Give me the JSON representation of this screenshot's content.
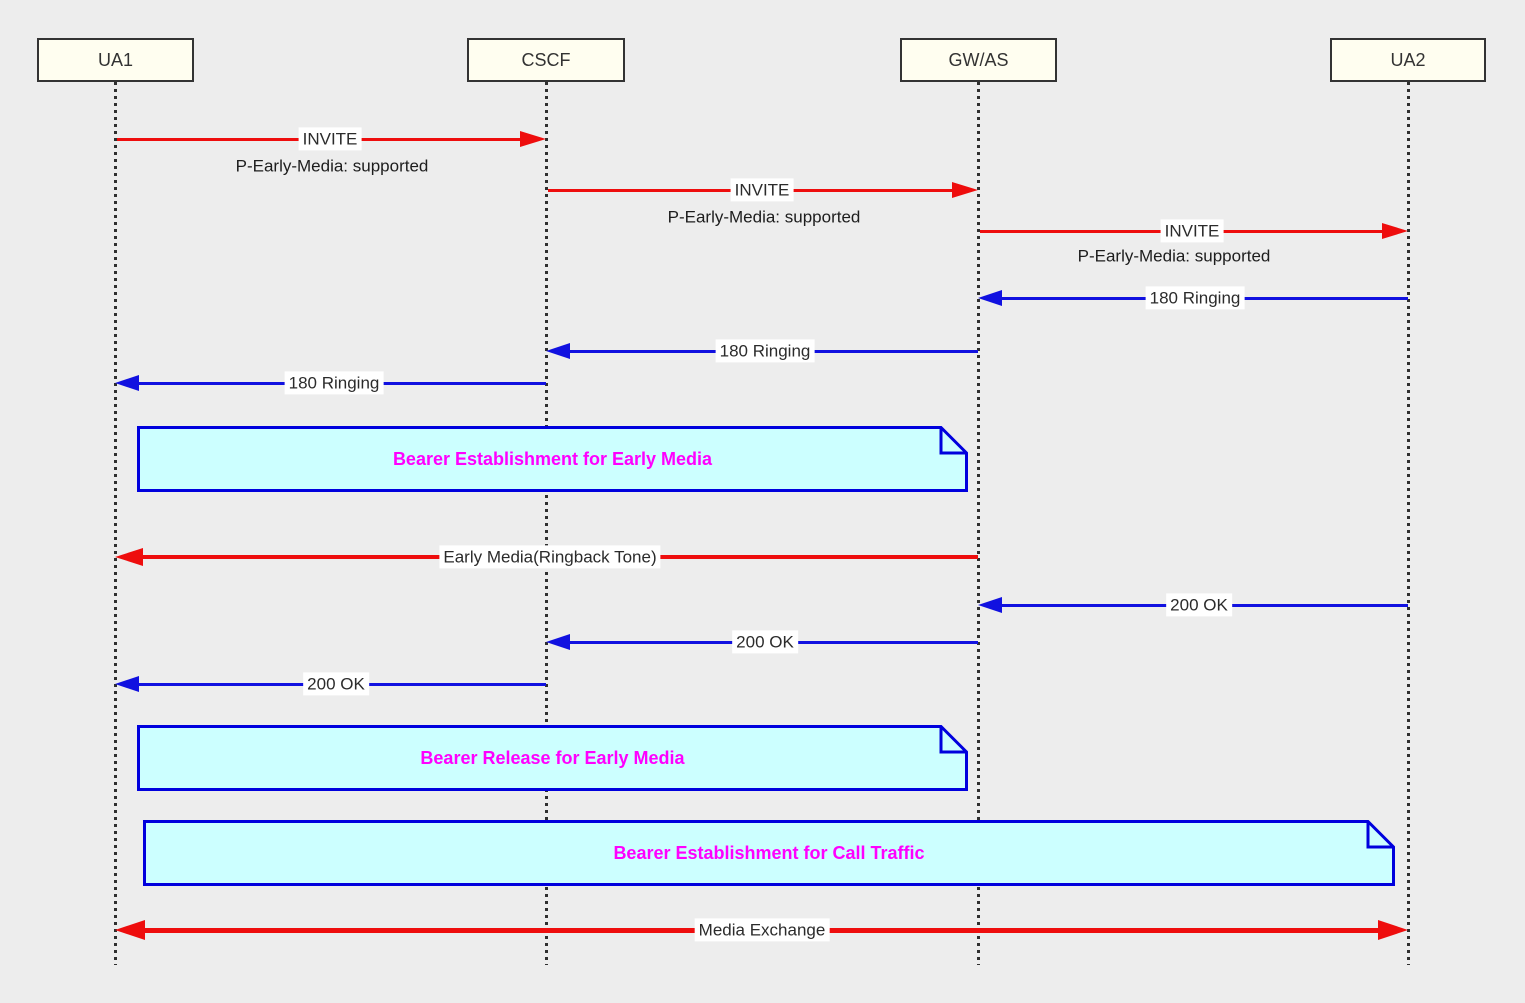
{
  "diagram": {
    "kind": "sip-call-flow-sequence-diagram",
    "actors": [
      {
        "label": "UA1"
      },
      {
        "label": "CSCF"
      },
      {
        "label": "GW/AS"
      },
      {
        "label": "UA2"
      }
    ],
    "messages": [
      {
        "from": "UA1",
        "to": "CSCF",
        "direction": "right",
        "color": "#ee0d0d",
        "label": "INVITE",
        "sublabel": "P-Early-Media: supported"
      },
      {
        "from": "CSCF",
        "to": "GW/AS",
        "direction": "right",
        "color": "#ee0d0d",
        "label": "INVITE",
        "sublabel": "P-Early-Media: supported"
      },
      {
        "from": "GW/AS",
        "to": "UA2",
        "direction": "right",
        "color": "#ee0d0d",
        "label": "INVITE",
        "sublabel": "P-Early-Media: supported"
      },
      {
        "from": "UA2",
        "to": "GW/AS",
        "direction": "left",
        "color": "#1111e0",
        "label": "180 Ringing"
      },
      {
        "from": "GW/AS",
        "to": "CSCF",
        "direction": "left",
        "color": "#1111e0",
        "label": "180 Ringing"
      },
      {
        "from": "CSCF",
        "to": "UA1",
        "direction": "left",
        "color": "#1111e0",
        "label": "180 Ringing"
      },
      {
        "from": "GW/AS",
        "to": "UA1",
        "direction": "left",
        "color": "#ee0d0d",
        "label": "Early Media(Ringback Tone)"
      },
      {
        "from": "UA2",
        "to": "GW/AS",
        "direction": "left",
        "color": "#1111e0",
        "label": "200 OK"
      },
      {
        "from": "GW/AS",
        "to": "CSCF",
        "direction": "left",
        "color": "#1111e0",
        "label": "200 OK"
      },
      {
        "from": "CSCF",
        "to": "UA1",
        "direction": "left",
        "color": "#1111e0",
        "label": "200 OK"
      },
      {
        "from": "UA1",
        "to": "UA2",
        "direction": "both",
        "color": "#ee0d0d",
        "label": "Media Exchange"
      }
    ],
    "notes": [
      {
        "label": "Bearer Establishment for Early Media",
        "spans": [
          "UA1",
          "GW/AS"
        ]
      },
      {
        "label": "Bearer Release for Early Media",
        "spans": [
          "UA1",
          "GW/AS"
        ]
      },
      {
        "label": "Bearer Establishment for Call Traffic",
        "spans": [
          "UA1",
          "UA2"
        ]
      }
    ],
    "colors": {
      "background": "#ededed",
      "actor_fill": "#fffef0",
      "actor_border": "#333333",
      "request_arrow": "#ee0d0d",
      "response_arrow": "#1111e0",
      "note_fill": "#ccffff",
      "note_border": "#0000dd",
      "note_text": "#ff00ff",
      "message_text": "#2b2b2b"
    }
  }
}
